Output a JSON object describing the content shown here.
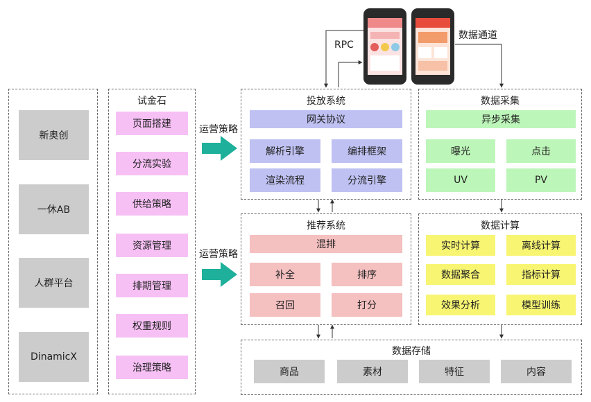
{
  "left_panel": {
    "items": [
      "新奥创",
      "一休AB",
      "人群平台",
      "DinamicX"
    ]
  },
  "trial_panel": {
    "title": "试金石",
    "items": [
      "页面搭建",
      "分流实验",
      "供给策略",
      "资源管理",
      "排期管理",
      "权重规则",
      "治理策略"
    ]
  },
  "ops_labels": [
    "运营策略",
    "运营策略"
  ],
  "top": {
    "rpc": "RPC",
    "data_channel": "数据通道"
  },
  "delivery": {
    "title": "投放系统",
    "gateway": "网关协议",
    "cells": [
      "解析引擎",
      "编排框架",
      "渲染流程",
      "分流引擎"
    ]
  },
  "recommend": {
    "title": "推荐系统",
    "mix": "混排",
    "cells": [
      "补全",
      "排序",
      "召回",
      "打分"
    ]
  },
  "collect": {
    "title": "数据采集",
    "async": "异步采集",
    "cells": [
      "曝光",
      "点击",
      "UV",
      "PV"
    ]
  },
  "compute": {
    "title": "数据计算",
    "cells": [
      "实时计算",
      "离线计算",
      "数据聚合",
      "指标计算",
      "效果分析",
      "模型训练"
    ]
  },
  "storage": {
    "title": "数据存储",
    "cells": [
      "商品",
      "素材",
      "特征",
      "内容"
    ]
  },
  "colors": {
    "gray": "#cccccc",
    "pink": "#f7c0f5",
    "blue": "#bfc1f2",
    "green": "#bdf6b9",
    "yellow": "#f8f573",
    "salmon": "#f5c0c0",
    "teal_arrow": "#1fb09b"
  }
}
